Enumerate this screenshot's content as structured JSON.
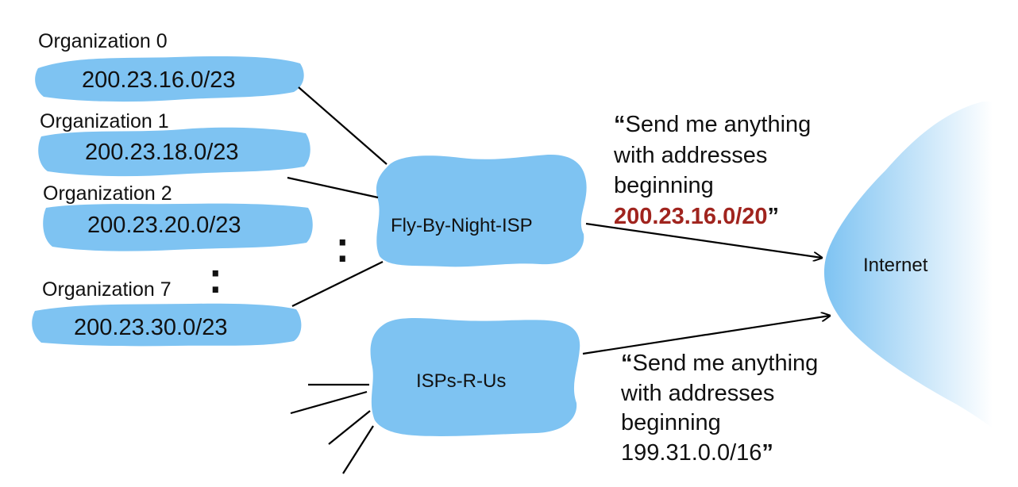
{
  "colors": {
    "cloud_fill": "#7ec3f2",
    "line": "#000000",
    "highlight": "#a0241e",
    "internet_gradient_dark": "#7ec3f2",
    "internet_gradient_light": "#ffffff"
  },
  "organizations": [
    {
      "name": "Organization 0",
      "prefix": "200.23.16.0/23"
    },
    {
      "name": "Organization 1",
      "prefix": "200.23.18.0/23"
    },
    {
      "name": "Organization 2",
      "prefix": "200.23.20.0/23"
    },
    {
      "name": "Organization 7",
      "prefix": "200.23.30.0/23"
    }
  ],
  "ellipsis": ":",
  "isps": [
    {
      "name": "Fly-By-Night-ISP"
    },
    {
      "name": "ISPs-R-Us"
    }
  ],
  "internet": {
    "label": "Internet"
  },
  "advertisements": [
    {
      "open_quote": "“",
      "close_quote": "”",
      "lines": [
        "Send me anything",
        "with addresses",
        "beginning"
      ],
      "prefix": "200.23.16.0/20",
      "prefix_highlight": true
    },
    {
      "open_quote": "“",
      "close_quote": "”",
      "lines": [
        "Send me anything",
        "with addresses",
        "beginning"
      ],
      "prefix": "199.31.0.0/16",
      "prefix_highlight": false
    }
  ]
}
